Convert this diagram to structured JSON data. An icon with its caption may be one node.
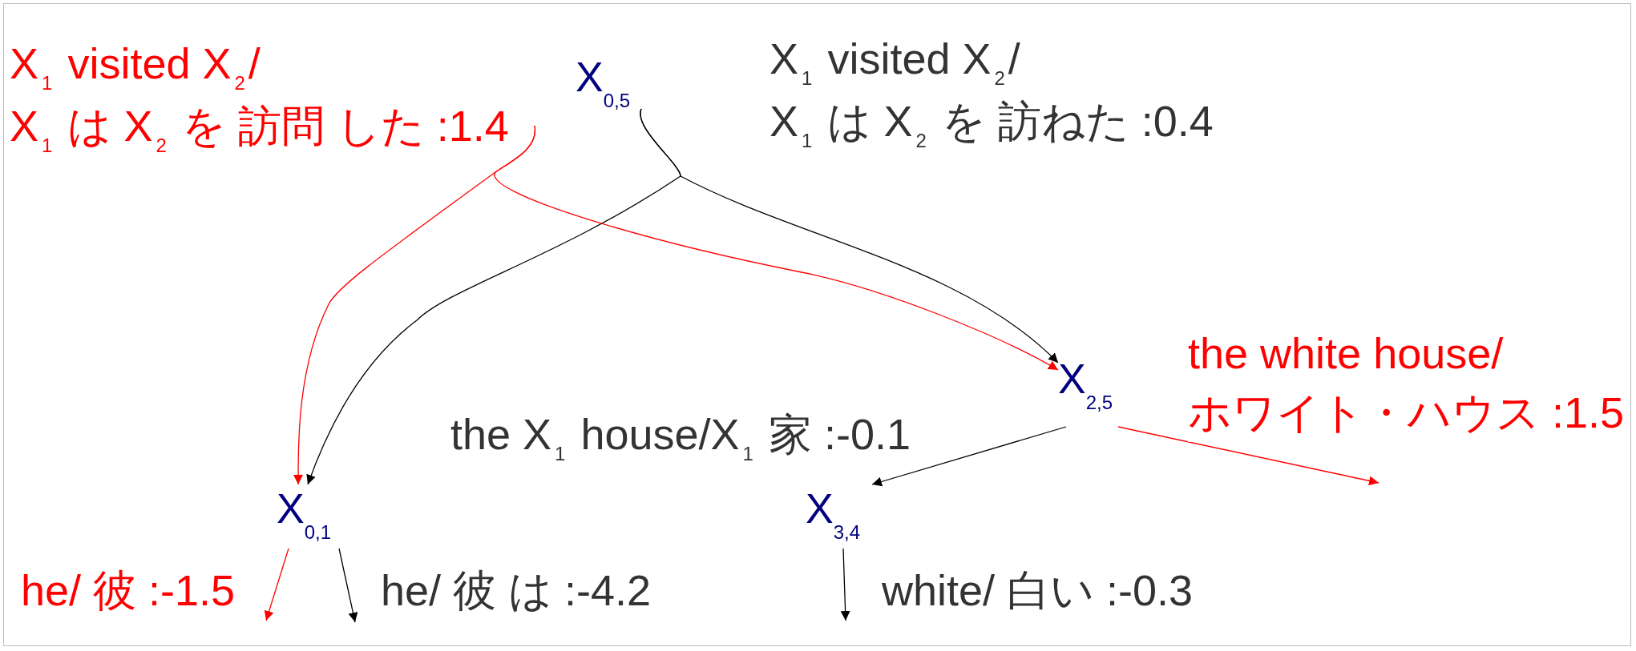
{
  "diagram": {
    "nodes": [
      {
        "text": [
          "X$_{1}$ visited X$_{2}$/ X$_{1}$ は X$_{2}$ を 訪問 した :1.4"
        ]
      },
      {
        "text": [
          "X$_{0,5}$"
        ]
      },
      {
        "text": [
          "X$_{2,5}$"
        ]
      },
      {
        "text": [
          "X$_{0,1}$"
        ]
      },
      {
        "text": [
          "X$_{3,4}$"
        ]
      }
    ],
    "edges": [
      {
        "from": 1,
        "to": 3,
        "arrow": "to"
      },
      {
        "from": 1,
        "to": 2,
        "arrow": "to"
      },
      {
        "from": 0,
        "to": 3,
        "arrow": "to",
        "color": "#ff0000"
      },
      {
        "from": 0,
        "to": 2,
        "arrow": "to",
        "color": "#ff0000"
      },
      {
        "from": 2,
        "to": 4,
        "arrow": "to",
        "label": "the X$_{1}$ house/X$_{1}$ 家 :-0.1"
      },
      {
        "from": 2,
        "to": null,
        "arrow": "to",
        "color": "#ff0000",
        "label": "the white house/ ホワイト・ハウス :1.5"
      },
      {
        "from": 3,
        "to": null,
        "arrow": "to",
        "color": "#ff0000",
        "label": "he/ 彼 :-1.5"
      },
      {
        "from": 3,
        "to": null,
        "arrow": "to",
        "label": "he/ 彼 は :-4.2"
      },
      {
        "from": 4,
        "to": null,
        "arrow": "to",
        "label": "white/ 白い :-0.3"
      }
    ],
    "labels": [
      "X$_{1}$ visited X$_{2}$/ X$_{1}$ は X$_{2}$ を 訪ねた :0.4"
    ]
  }
}
